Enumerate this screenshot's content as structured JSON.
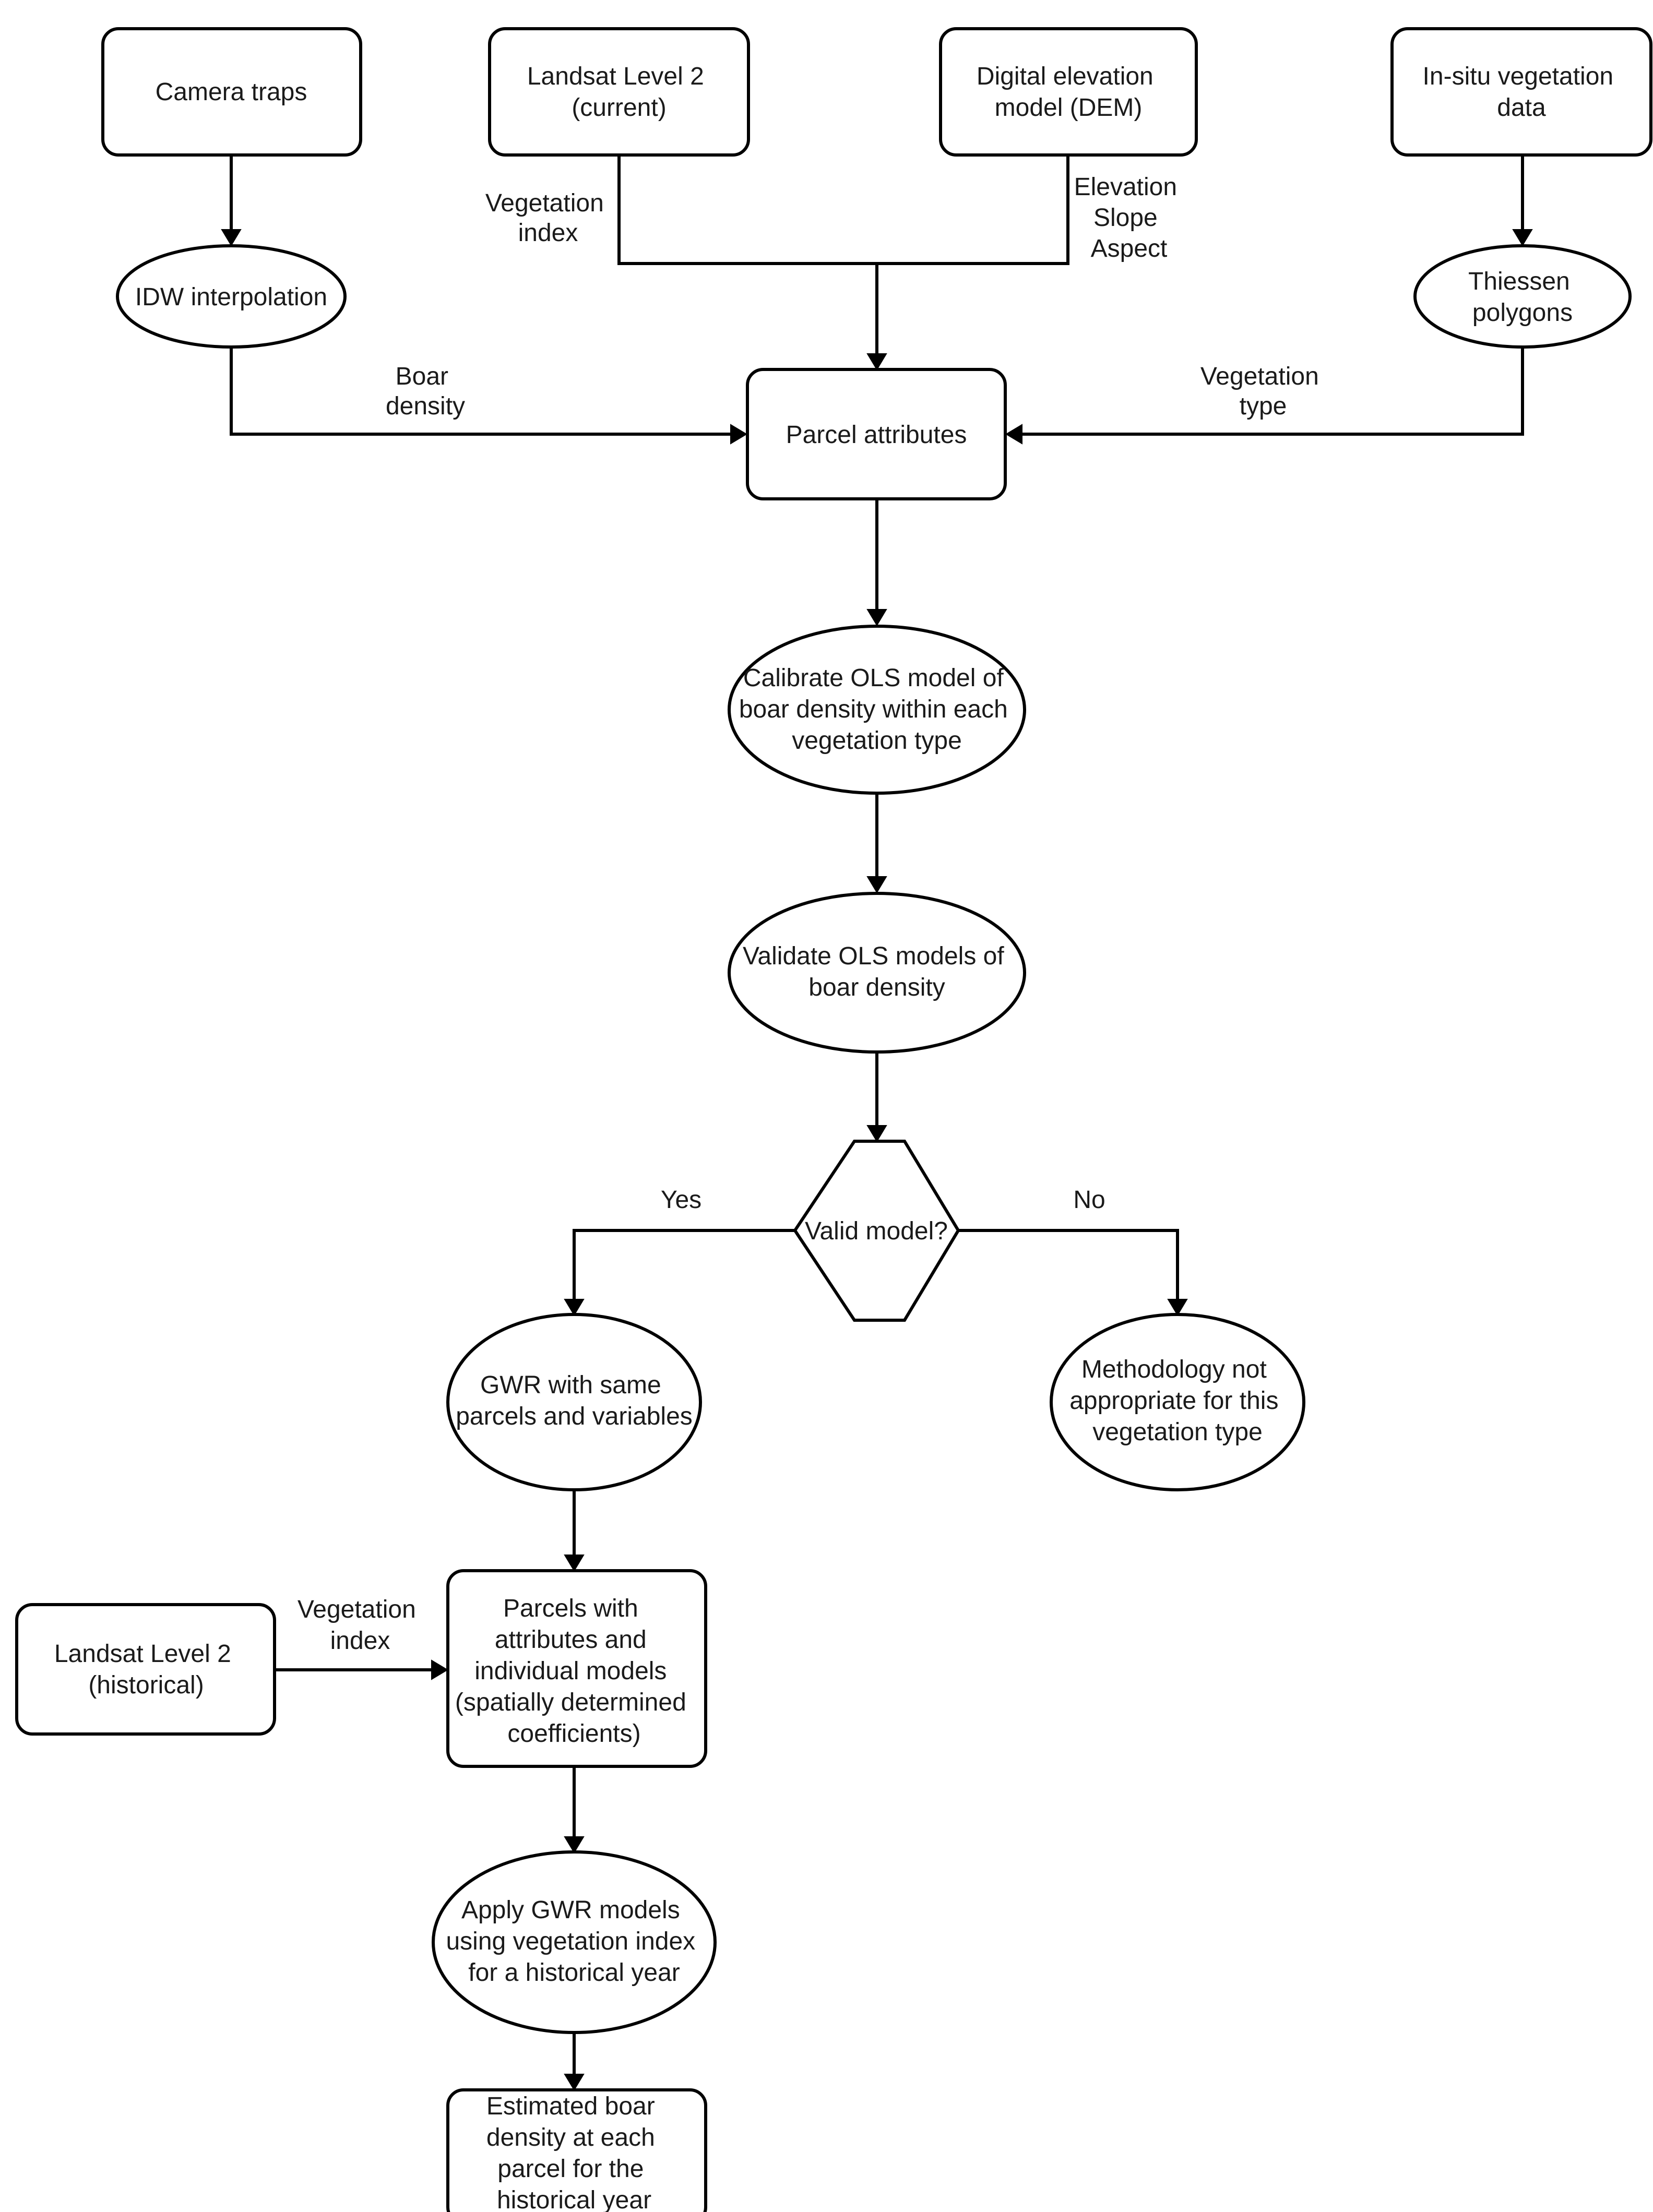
{
  "nodes": {
    "camera_traps": [
      "Camera traps"
    ],
    "landsat_current": [
      "Landsat Level 2",
      "(current)"
    ],
    "dem": [
      "Digital elevation",
      "model (DEM)"
    ],
    "insitu_vegetation": [
      "In-situ vegetation",
      "data"
    ],
    "idw": [
      "IDW interpolation"
    ],
    "thiessen": [
      "Thiessen",
      "polygons"
    ],
    "parcel_attributes": [
      "Parcel attributes"
    ],
    "calibrate_ols": [
      "Calibrate OLS model of",
      "boar density within each",
      "vegetation type"
    ],
    "validate_ols": [
      "Validate OLS models of",
      "boar density"
    ],
    "valid_model": [
      "Valid model?"
    ],
    "gwr": [
      "GWR with same",
      "parcels and variables"
    ],
    "methodology_not_appropriate": [
      "Methodology not",
      "appropriate for this",
      "vegetation type"
    ],
    "landsat_historical": [
      "Landsat Level 2",
      "(historical)"
    ],
    "parcels_individual_models": [
      "Parcels with",
      "attributes and",
      "individual models",
      "(spatially determined",
      "coefficients)"
    ],
    "apply_gwr": [
      "Apply GWR models",
      "using vegetation index",
      "for a historical year"
    ],
    "estimated_density": [
      "Estimated boar",
      "density at each",
      "parcel for the",
      "historical year"
    ]
  },
  "edge_labels": {
    "vegetation_index_current": [
      "Vegetation",
      "index"
    ],
    "elevation_slope_aspect": [
      "Elevation",
      "Slope",
      "Aspect"
    ],
    "boar_density": [
      "Boar",
      "density"
    ],
    "vegetation_type": [
      "Vegetation",
      "type"
    ],
    "yes": [
      "Yes"
    ],
    "no": [
      "No"
    ],
    "vegetation_index_historical": [
      "Vegetation",
      "index"
    ]
  },
  "colors": {
    "stroke": "#000000",
    "fill": "#ffffff",
    "text": "#1a1a1a"
  }
}
